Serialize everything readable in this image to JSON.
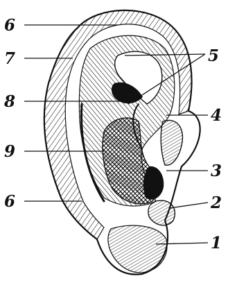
{
  "figure": {
    "labels": [
      {
        "id": "6a",
        "text": "6"
      },
      {
        "id": "7",
        "text": "7"
      },
      {
        "id": "8",
        "text": "8"
      },
      {
        "id": "9",
        "text": "9"
      },
      {
        "id": "6b",
        "text": "6"
      },
      {
        "id": "5",
        "text": "5"
      },
      {
        "id": "4",
        "text": "4"
      },
      {
        "id": "3",
        "text": "3"
      },
      {
        "id": "2",
        "text": "2"
      },
      {
        "id": "1",
        "text": "1"
      }
    ]
  },
  "style": {
    "ink": "#111111",
    "background": "#ffffff"
  }
}
